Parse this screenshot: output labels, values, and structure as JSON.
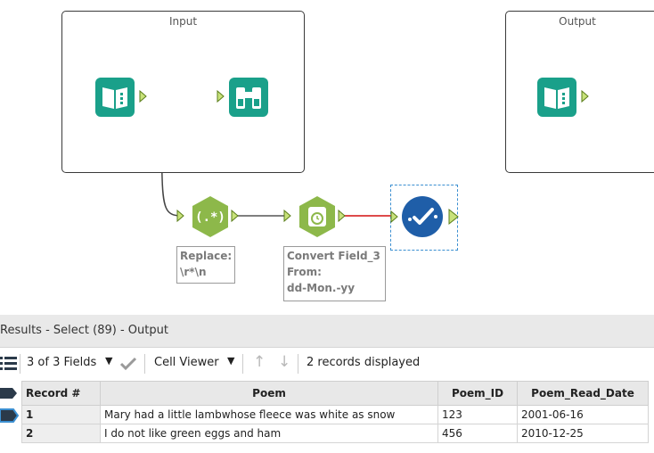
{
  "canvas": {
    "containers": [
      {
        "title": "Input"
      },
      {
        "title": "Output"
      }
    ],
    "annotations": {
      "replace": [
        "Replace:",
        "\\r*\\n"
      ],
      "convert": [
        "Convert Field_3",
        "From:",
        "dd-Mon.-yy"
      ]
    },
    "colors": {
      "input_tool": "#1aa08a",
      "prep_tool": "#8db84a",
      "select_tool": "#1f5ea8",
      "connector": "#555555",
      "error_connector": "#d93030"
    },
    "icons": [
      "book-input-icon",
      "binoculars-browse-icon",
      "regex-icon",
      "datetime-icon",
      "select-check-icon"
    ]
  },
  "results": {
    "title": "Results - Select (89) - Output",
    "fields_label": "3 of 3 Fields",
    "cell_viewer_label": "Cell Viewer",
    "records_label": "2 records displayed",
    "columns": [
      "Record #",
      "Poem",
      "Poem_ID",
      "Poem_Read_Date"
    ],
    "rows": [
      {
        "record": "1",
        "poem": "Mary had a little lambwhose fleece was white as snow",
        "id": "123",
        "date": "2001-06-16"
      },
      {
        "record": "2",
        "poem": "I do not like green eggs and ham",
        "id": "456",
        "date": "2010-12-25"
      }
    ]
  }
}
